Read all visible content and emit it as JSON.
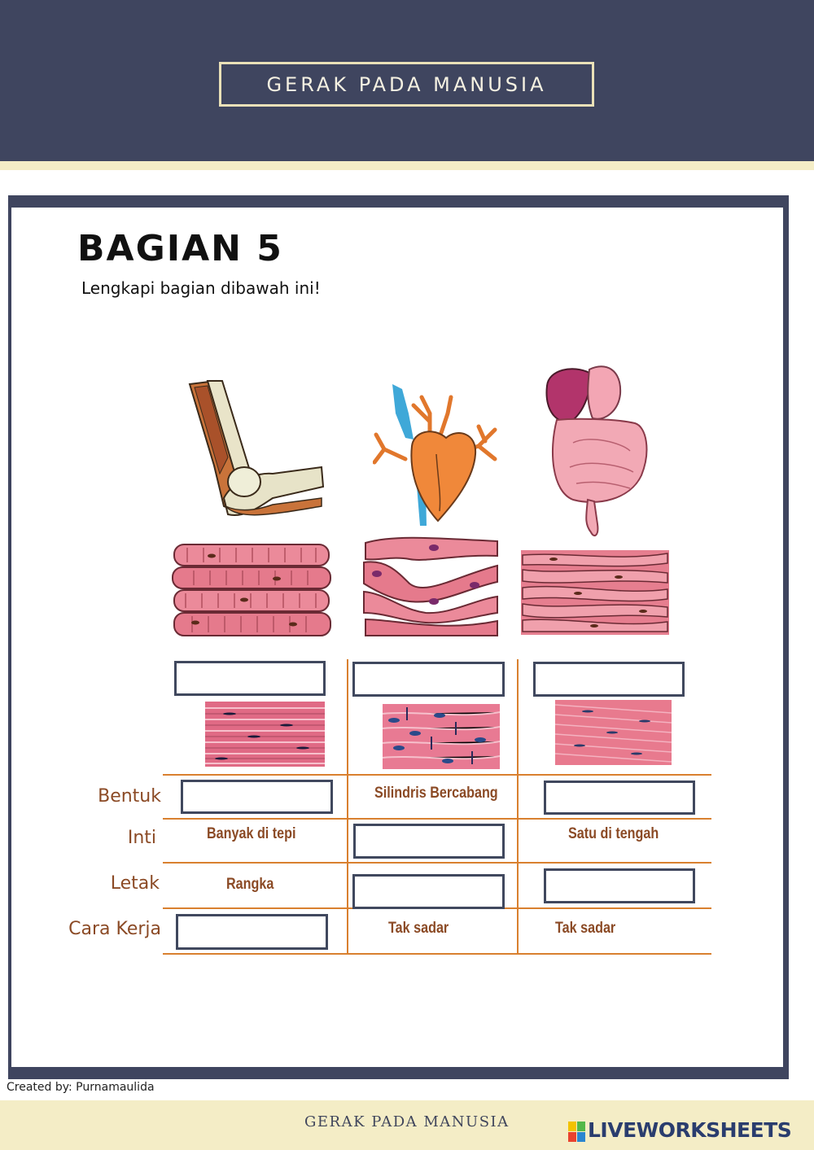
{
  "header": {
    "title": "GERAK PADA MANUSIA"
  },
  "section": {
    "heading": "BAGIAN 5",
    "instruction": "Lengkapi bagian dibawah ini!"
  },
  "table": {
    "row_labels": [
      "Bentuk",
      "Inti",
      "Letak",
      "Cara Kerja"
    ],
    "cells": {
      "bentuk_col2": "Silindris Bercabang",
      "inti_col1": "Banyak di tepi",
      "inti_col3": "Satu di tengah",
      "letak_col1": "Rangka",
      "cara_kerja_col2": "Tak sadar",
      "cara_kerja_col3": "Tak sadar"
    }
  },
  "images": [
    "elbow-muscle-illustration",
    "heart-illustration",
    "digestive-organs-illustration",
    "skeletal-muscle-cells",
    "cardiac-muscle-cells",
    "smooth-muscle-cells",
    "skeletal-muscle-micrograph",
    "cardiac-muscle-micrograph",
    "smooth-muscle-micrograph"
  ],
  "colors": {
    "navy": "#3f455f",
    "cream": "#f4edc6",
    "label_brown": "#8b4a25",
    "grid_orange": "#d9802f"
  },
  "footer": {
    "created_by": "Created by: Purnamaulida",
    "title": "GERAK PADA MANUSIA",
    "brand": "LIVEWORKSHEETS"
  }
}
